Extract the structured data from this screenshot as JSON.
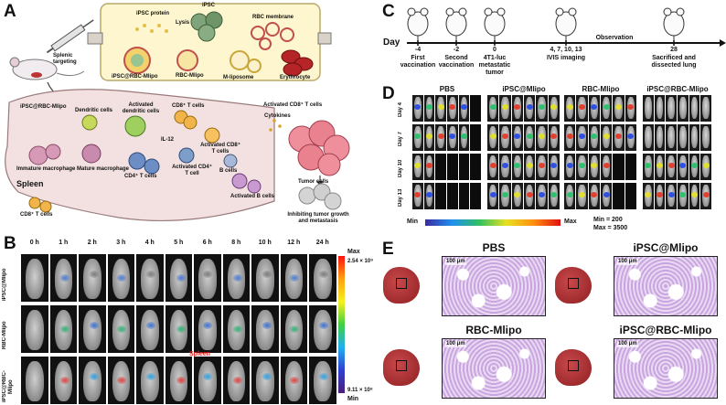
{
  "panels": {
    "a": "A",
    "b": "B",
    "c": "C",
    "d": "D",
    "e": "E"
  },
  "panel_a": {
    "ipsc_protein": "iPSC protein",
    "ipsc": "iPSC",
    "lysis": "Lysis",
    "rbc_membrane": "RBC membrane",
    "ipsc_rbc_mlipo": "iPSC@RBC-Mlipo",
    "rbc_mlipo": "RBC-Mlipo",
    "m_liposome": "M-liposome",
    "erythrocyte": "Erythrocyte",
    "splenic_targeting": "Splenic targeting",
    "ipsc_rbc_mlipo_small": "iPSC@RBC-Mlipo",
    "dendritic_cells": "Dendritic cells",
    "activated_dc": "Activated dendritic cells",
    "cd8_t_cells_top": "CD8⁺ T cells",
    "activated_cd8_top": "Activated CD8⁺ T cells",
    "activated_cd8_mid": "Activated CD8⁺ T cells",
    "cytokines": "Cytokines",
    "il12": "IL-12",
    "immature_macrophage": "Immature macrophage",
    "mature_macrophage": "Mature macrophage",
    "cd4_t_cells": "CD4⁺ T cells",
    "activated_cd4": "Activated CD4⁺ T cell",
    "b_cells": "B cells",
    "activated_b": "Activated B cells",
    "tumor_cells": "Tumor cells",
    "spleen": "Spleen",
    "cd8_t_cells_bottom": "CD8⁺ T cells",
    "inhibiting": "Inhibiting tumor growth and metastasis"
  },
  "panel_b": {
    "times": [
      "0 h",
      "1 h",
      "2 h",
      "3 h",
      "4 h",
      "5 h",
      "6 h",
      "8 h",
      "10 h",
      "12 h",
      "24 h"
    ],
    "rows": [
      "iPSC@Mlipo",
      "RBC-Mlipo",
      "iPSC@RBC-Mlipo"
    ],
    "scale_max": "Max",
    "scale_max_val": "2.54 × 10⁹",
    "scale_min_val": "9.11 × 10⁸",
    "scale_min": "Min",
    "spleen_label": "Spleen"
  },
  "panel_c": {
    "day_label": "Day",
    "events": [
      {
        "day": "-4",
        "text": "First vaccination"
      },
      {
        "day": "-2",
        "text": "Second vaccination"
      },
      {
        "day": "0",
        "text": "4T1-luc metastatic tumor"
      },
      {
        "day": "4, 7, 10, 13",
        "text": "IVIS imaging"
      },
      {
        "day": "",
        "text": "Observation"
      },
      {
        "day": "28",
        "text": "Sacrificed and dissected lung"
      }
    ]
  },
  "panel_d": {
    "groups": [
      "PBS",
      "iPSC@Mlipo",
      "RBC-Mlipo",
      "iPSC@RBC-Mlipo"
    ],
    "days": [
      "Day 4",
      "Day 7",
      "Day 10",
      "Day 13"
    ],
    "min": "Min",
    "max": "Max",
    "min_val": "Min = 200",
    "max_val": "Max = 3500"
  },
  "panel_e": {
    "groups": [
      "PBS",
      "iPSC@Mlipo",
      "RBC-Mlipo",
      "iPSC@RBC-Mlipo"
    ],
    "scalebar": "100 μm"
  },
  "colors": {
    "spleen_fill": "#f3e1e1",
    "yellow_box": "#fdf6cf",
    "he_pink": "#d8c3ea",
    "lung_red": "#a5282a"
  }
}
